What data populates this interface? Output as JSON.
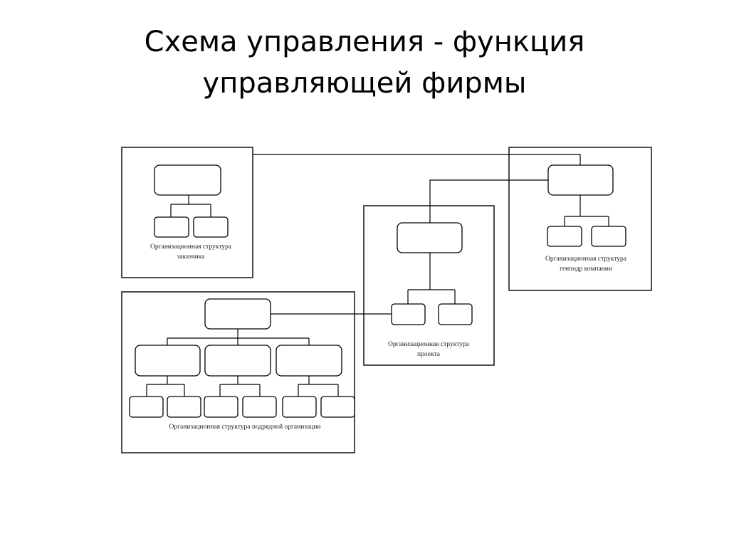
{
  "slide": {
    "title_line1": "Схема управления - функция",
    "title_line2": "управляющей фирмы"
  },
  "diagram": {
    "customer_label_1": "Организационная структура",
    "customer_label_2": "заказчика",
    "general_label_1": "Организационная структура",
    "general_label_2": "генподр компании",
    "project_label_1": "Организационная структура",
    "project_label_2": "проекта",
    "contractor_label": "Организационная структура подрядной организации"
  }
}
